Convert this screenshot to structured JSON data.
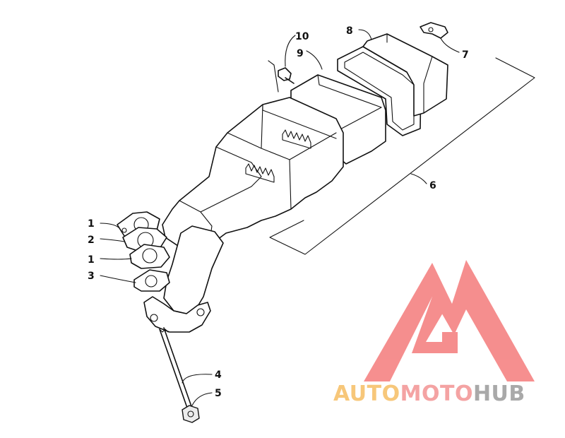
{
  "callouts": [
    {
      "id": "c1a",
      "label": "1"
    },
    {
      "id": "c2",
      "label": "2"
    },
    {
      "id": "c1b",
      "label": "1"
    },
    {
      "id": "c3",
      "label": "3"
    },
    {
      "id": "c4",
      "label": "4"
    },
    {
      "id": "c5",
      "label": "5"
    },
    {
      "id": "c6",
      "label": "6"
    },
    {
      "id": "c7",
      "label": "7"
    },
    {
      "id": "c8",
      "label": "8"
    },
    {
      "id": "c9",
      "label": "9"
    },
    {
      "id": "c10",
      "label": "10"
    }
  ],
  "watermark": {
    "part1": "AUTO",
    "part2": "MOTO",
    "part3": "HUB",
    "colors": {
      "auto": "#f7c77a",
      "moto": "#f4a3a3",
      "hub": "#a9a9a9",
      "logo": "#f47b7b"
    }
  }
}
